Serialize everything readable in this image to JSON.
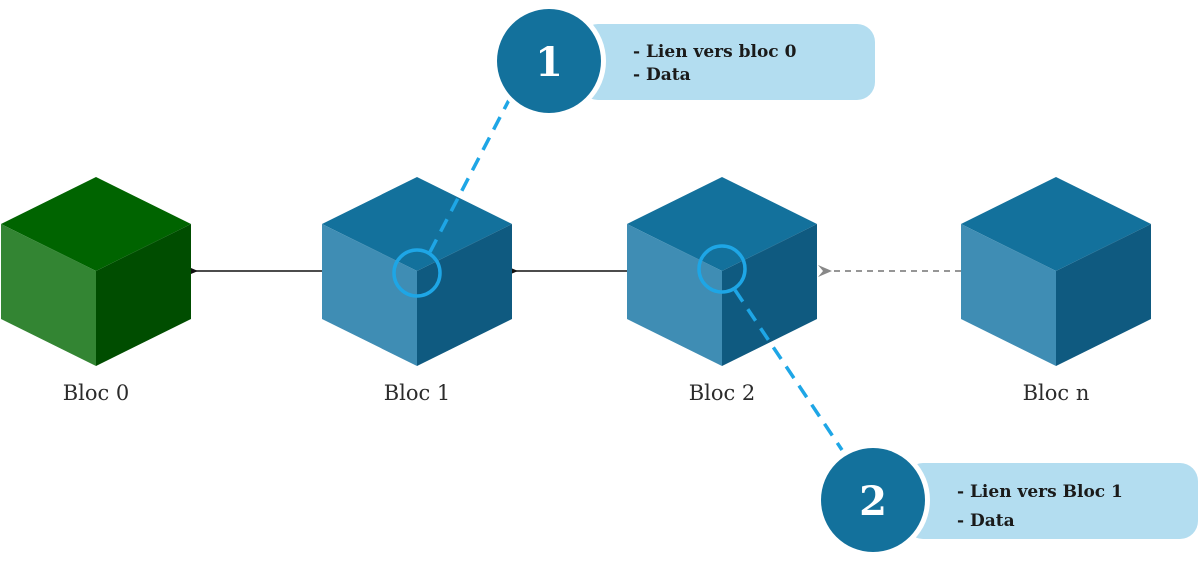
{
  "blocks": [
    {
      "id": "bloc0",
      "label": "Bloc 0",
      "theme": "green"
    },
    {
      "id": "bloc1",
      "label": "Bloc 1",
      "theme": "blue"
    },
    {
      "id": "bloc2",
      "label": "Bloc 2",
      "theme": "blue"
    },
    {
      "id": "blocn",
      "label": "Bloc n",
      "theme": "blue"
    }
  ],
  "colors": {
    "green": {
      "top": "#006400",
      "left": "#338533",
      "right": "#004d00"
    },
    "blue": {
      "top": "#13719c",
      "left": "#3f8db4",
      "right": "#0f5a80"
    },
    "badge": "#13719c",
    "callout_bg": "#b3ddf0",
    "highlight": "#1ea6e6",
    "arrow_solid": "#111111",
    "arrow_dashed": "#888888"
  },
  "links": [
    {
      "from": "bloc1",
      "to": "bloc0",
      "style": "solid"
    },
    {
      "from": "bloc2",
      "to": "bloc1",
      "style": "solid"
    },
    {
      "from": "blocn",
      "to": "bloc2",
      "style": "dashed"
    }
  ],
  "callouts": [
    {
      "number": "1",
      "target": "bloc1",
      "lines": [
        "- Lien vers bloc 0",
        "- Data"
      ]
    },
    {
      "number": "2",
      "target": "bloc2",
      "lines": [
        "- Lien vers Bloc 1",
        "- Data"
      ]
    }
  ]
}
